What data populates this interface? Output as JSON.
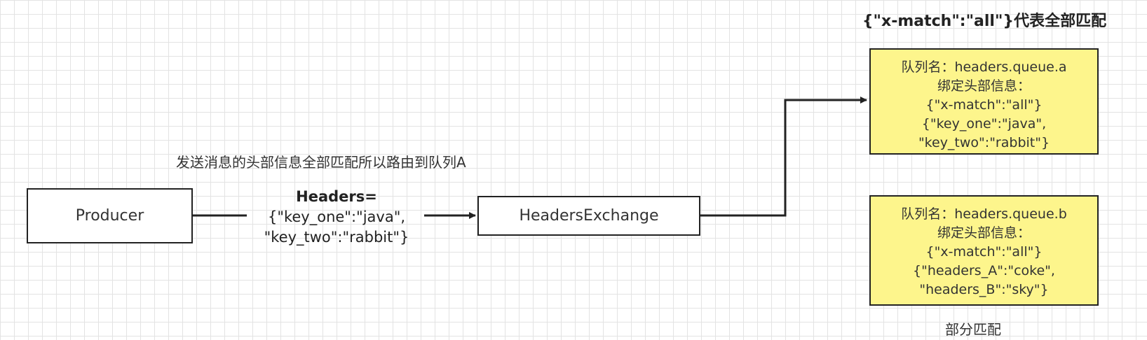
{
  "top_note": "{\"x-match\":\"all\"}代表全部匹配",
  "route_note": "发送消息的头部信息全部匹配所以路由到队列A",
  "producer": {
    "label": "Producer"
  },
  "headers_label": {
    "line1": "Headers=",
    "line2": "{\"key_one\":\"java\",",
    "line3": "\"key_two\":\"rabbit\"}"
  },
  "exchange": {
    "label": "HeadersExchange"
  },
  "queue_a": {
    "name": "队列名：headers.queue.a",
    "binding_title": "绑定头部信息：",
    "match": "{\"x-match\":\"all\"}",
    "header1": "{\"key_one\":\"java\",",
    "header2": "\"key_two\":\"rabbit\"}"
  },
  "queue_b": {
    "name": "队列名：headers.queue.b",
    "binding_title": "绑定头部信息：",
    "match": "{\"x-match\":\"all\"}",
    "header1": "{\"headers_A\":\"coke\",",
    "header2": "\"headers_B\":\"sky\"}"
  },
  "bottom_note": "部分匹配",
  "colors": {
    "queue_fill": "#fdf58c",
    "grid": "#e3e3e3",
    "line": "#222222"
  }
}
